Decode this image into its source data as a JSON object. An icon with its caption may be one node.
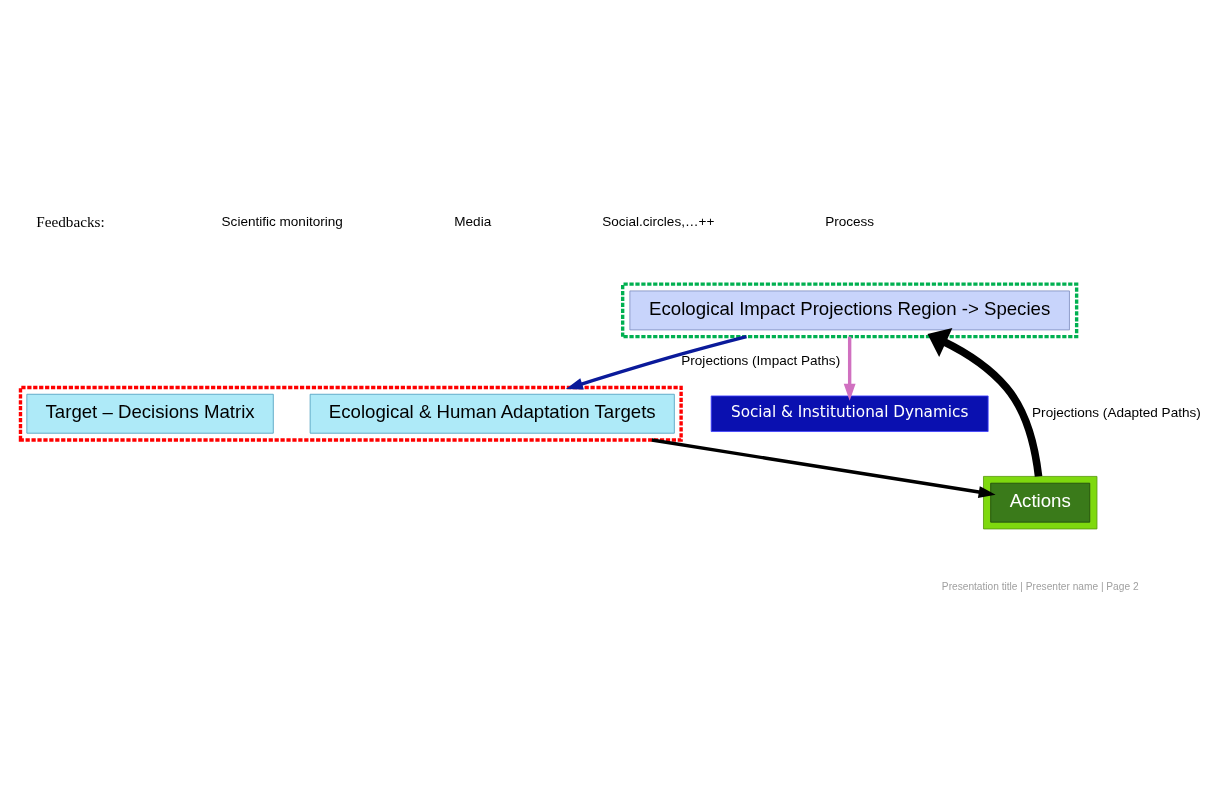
{
  "diagram": {
    "nodes": [
      {
        "text": [],
        "shape": "box"
      },
      {
        "text": [
          "Ecological Impact Projections Region -> Species"
        ],
        "in": 0
      },
      {
        "text": [],
        "shape": "box"
      },
      {
        "text": [
          "Ecological & Human Adaptation Targets"
        ],
        "in": 2
      },
      {
        "text": [
          "Target – Decisions Matrix"
        ],
        "in": 2
      },
      {
        "text": [
          "Social & Institutional Dynamics"
        ]
      },
      {
        "text": [],
        "shape": "box"
      },
      {
        "text": [
          "Actions"
        ],
        "in": 6
      }
    ],
    "edges": [
      {
        "from": 0,
        "to": 2,
        "arrow": "to",
        "label": "Projections (Impact Paths)",
        "color": "#0a1a9a"
      },
      {
        "from": 0,
        "to": 5,
        "arrow": "to",
        "color": "#d070c0"
      },
      {
        "from": 2,
        "to": 7,
        "arrow": "to"
      },
      {
        "from": 6,
        "to": 0,
        "arrow": "to",
        "label": "Projections (Adapted Paths)",
        "style": "thick"
      }
    ],
    "labels": [
      "Feedbacks:",
      "Presentation title | Presenter name | Page 2"
    ],
    "legend": [
      {
        "text": "Scientific monitoring"
      },
      {
        "text": "Media"
      },
      {
        "text": "Social.circles,…++"
      },
      {
        "text": "Process"
      }
    ]
  }
}
